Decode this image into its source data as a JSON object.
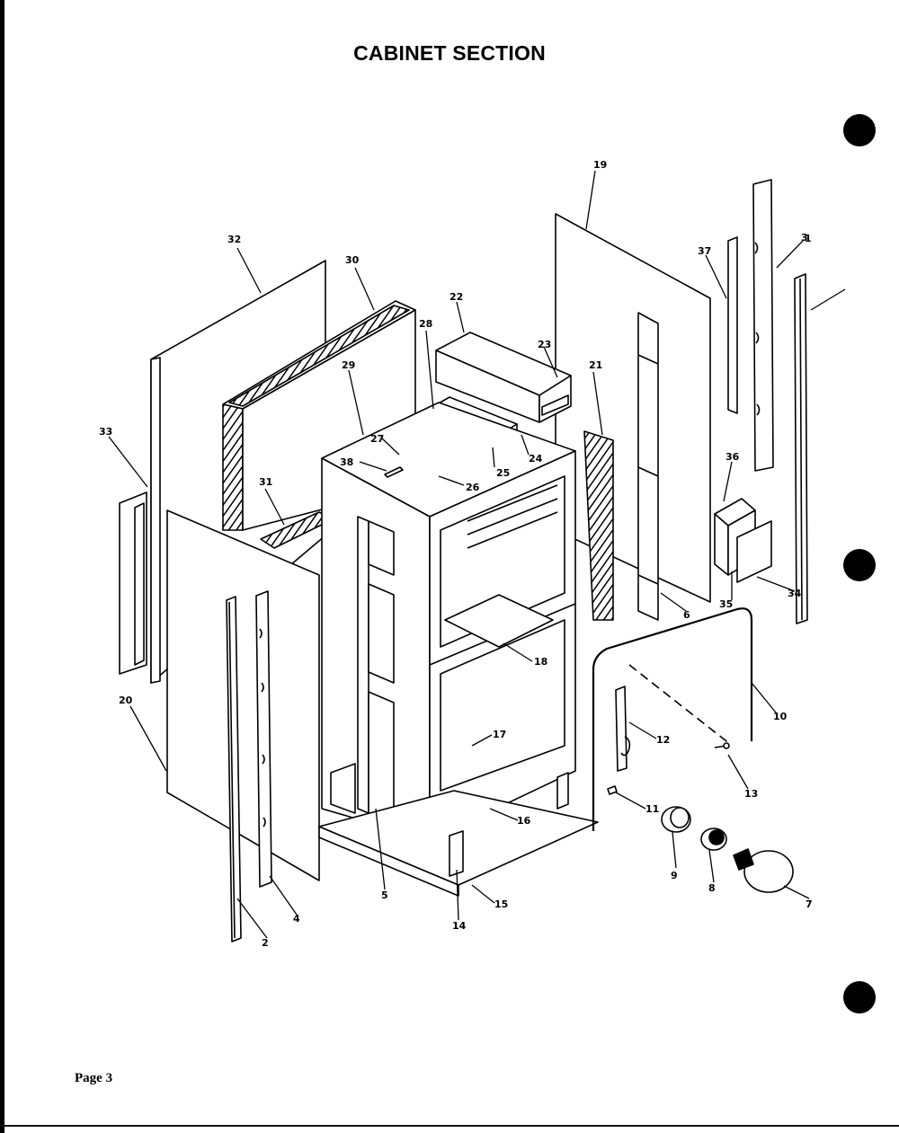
{
  "page": {
    "title": "CABINET SECTION",
    "page_label": "Page 3"
  },
  "callouts": [
    {
      "id": "c1",
      "label": "1"
    },
    {
      "id": "c2",
      "label": "2"
    },
    {
      "id": "c3",
      "label": "3"
    },
    {
      "id": "c4",
      "label": "4"
    },
    {
      "id": "c5",
      "label": "5"
    },
    {
      "id": "c6",
      "label": "6"
    },
    {
      "id": "c7",
      "label": "7"
    },
    {
      "id": "c8",
      "label": "8"
    },
    {
      "id": "c9",
      "label": "9"
    },
    {
      "id": "c10",
      "label": "10"
    },
    {
      "id": "c11",
      "label": "11"
    },
    {
      "id": "c12",
      "label": "12"
    },
    {
      "id": "c13",
      "label": "13"
    },
    {
      "id": "c14",
      "label": "14"
    },
    {
      "id": "c15",
      "label": "15"
    },
    {
      "id": "c16",
      "label": "16"
    },
    {
      "id": "c17",
      "label": "17"
    },
    {
      "id": "c18",
      "label": "18"
    },
    {
      "id": "c19",
      "label": "19"
    },
    {
      "id": "c20",
      "label": "20"
    },
    {
      "id": "c21",
      "label": "21"
    },
    {
      "id": "c22",
      "label": "22"
    },
    {
      "id": "c23",
      "label": "23"
    },
    {
      "id": "c24",
      "label": "24"
    },
    {
      "id": "c25",
      "label": "25"
    },
    {
      "id": "c26",
      "label": "26"
    },
    {
      "id": "c27",
      "label": "27"
    },
    {
      "id": "c28",
      "label": "28"
    },
    {
      "id": "c29",
      "label": "29"
    },
    {
      "id": "c30",
      "label": "30"
    },
    {
      "id": "c31",
      "label": "31"
    },
    {
      "id": "c32",
      "label": "32"
    },
    {
      "id": "c33",
      "label": "33"
    },
    {
      "id": "c34",
      "label": "34"
    },
    {
      "id": "c35",
      "label": "35"
    },
    {
      "id": "c36",
      "label": "36"
    },
    {
      "id": "c37",
      "label": "37"
    },
    {
      "id": "c38",
      "label": "38"
    }
  ]
}
